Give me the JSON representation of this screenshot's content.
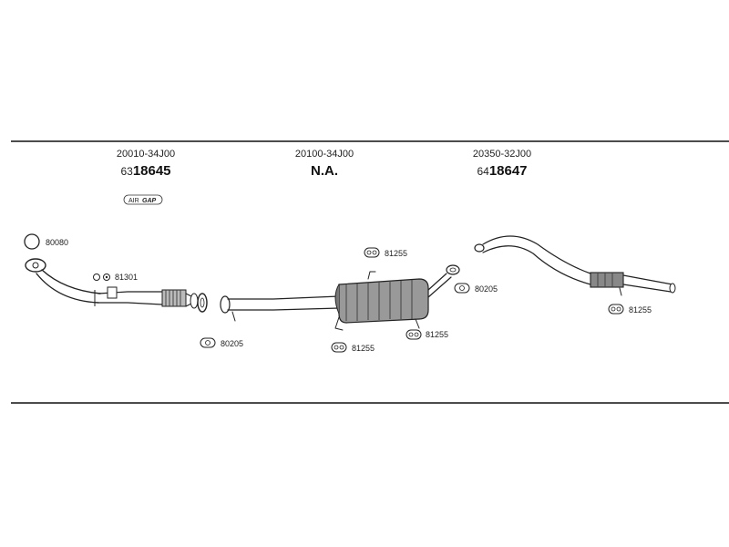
{
  "sections": [
    {
      "oe_number": "20010-34J00",
      "prefix": "63",
      "code": "18645"
    },
    {
      "oe_number": "20100-34J00",
      "prefix": "",
      "code": "N.A."
    },
    {
      "oe_number": "20350-32J00",
      "prefix": "64",
      "code": "18647"
    }
  ],
  "badge": {
    "label_left": "AIR",
    "label_right": "GAP"
  },
  "callouts": [
    {
      "id": "80080",
      "label": "80080",
      "icon": "ring-icon"
    },
    {
      "id": "81301",
      "label": "81301",
      "icon": "bolt-nut-icon"
    },
    {
      "id": "80205a",
      "label": "80205",
      "icon": "gasket-icon"
    },
    {
      "id": "81255a",
      "label": "81255",
      "icon": "rubber-hanger-icon"
    },
    {
      "id": "81255b",
      "label": "81255",
      "icon": "rubber-hanger-icon"
    },
    {
      "id": "81255c",
      "label": "81255",
      "icon": "rubber-hanger-icon"
    },
    {
      "id": "80205b",
      "label": "80205",
      "icon": "gasket-icon"
    },
    {
      "id": "81255d",
      "label": "81255",
      "icon": "rubber-hanger-icon"
    }
  ]
}
